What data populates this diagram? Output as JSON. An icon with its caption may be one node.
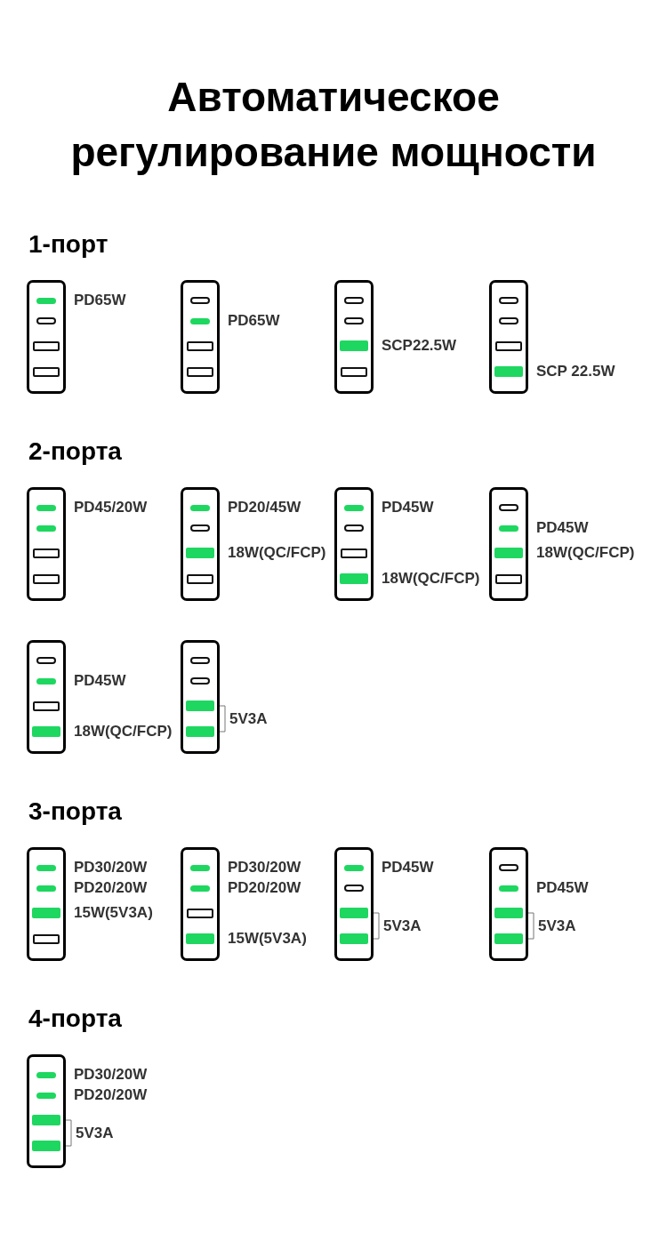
{
  "diagram": {
    "title": "Автоматическое регулирование мощности",
    "nodes": [
      {
        "text": [],
        "shape": "box",
        "beside": [
          "PD65W"
        ]
      },
      {
        "text": [],
        "shape": "box",
        "beside": [
          "PD65W"
        ]
      },
      {
        "text": [],
        "shape": "box",
        "beside": [
          "SCP22.5W"
        ]
      },
      {
        "text": [],
        "shape": "box",
        "beside": [
          "SCP 22.5W"
        ]
      },
      {
        "text": [],
        "shape": "box",
        "beside": [
          "PD45/20W"
        ]
      },
      {
        "text": [],
        "shape": "box",
        "beside": [
          "PD20/45W",
          "18W(QC/FCP)"
        ]
      },
      {
        "text": [],
        "shape": "box",
        "beside": [
          "PD45W",
          "18W(QC/FCP)"
        ]
      },
      {
        "text": [],
        "shape": "box",
        "beside": [
          "PD45W",
          "18W(QC/FCP)"
        ]
      },
      {
        "text": [],
        "shape": "box",
        "beside": [
          "PD45W",
          "18W(QC/FCP)"
        ]
      },
      {
        "text": [],
        "shape": "box",
        "beside": [
          "5V3A"
        ]
      },
      {
        "text": [],
        "shape": "box",
        "beside": [
          "PD30/20W",
          "PD20/20W",
          "15W(5V3A)"
        ]
      },
      {
        "text": [],
        "shape": "box",
        "beside": [
          "PD30/20W",
          "PD20/20W",
          "15W(5V3A)"
        ]
      },
      {
        "text": [],
        "shape": "box",
        "beside": [
          "PD45W",
          "5V3A"
        ]
      },
      {
        "text": [],
        "shape": "box",
        "beside": [
          "PD45W",
          "5V3A"
        ]
      },
      {
        "text": [],
        "shape": "box",
        "beside": [
          "PD30/20W",
          "PD20/20W",
          "5V3A"
        ]
      }
    ],
    "labels": [
      "1-порт",
      "2-порта",
      "3-порта",
      "4-порта"
    ]
  }
}
